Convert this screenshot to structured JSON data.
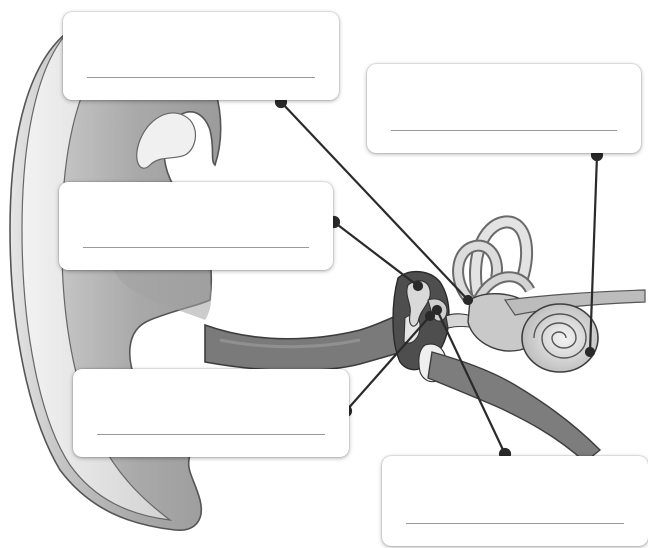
{
  "worksheet": {
    "colors": {
      "box_fill": "#ffffff",
      "answer_line": "#9a9a9a",
      "leader_line": "#2a2a2a",
      "tissue": "#8c8c8c",
      "canal_dark": "#5c5c5c"
    },
    "labels": [
      {
        "id": "label-1",
        "answer": ""
      },
      {
        "id": "label-2",
        "answer": ""
      },
      {
        "id": "label-3",
        "answer": ""
      },
      {
        "id": "label-4",
        "answer": ""
      },
      {
        "id": "label-5",
        "answer": ""
      }
    ]
  }
}
